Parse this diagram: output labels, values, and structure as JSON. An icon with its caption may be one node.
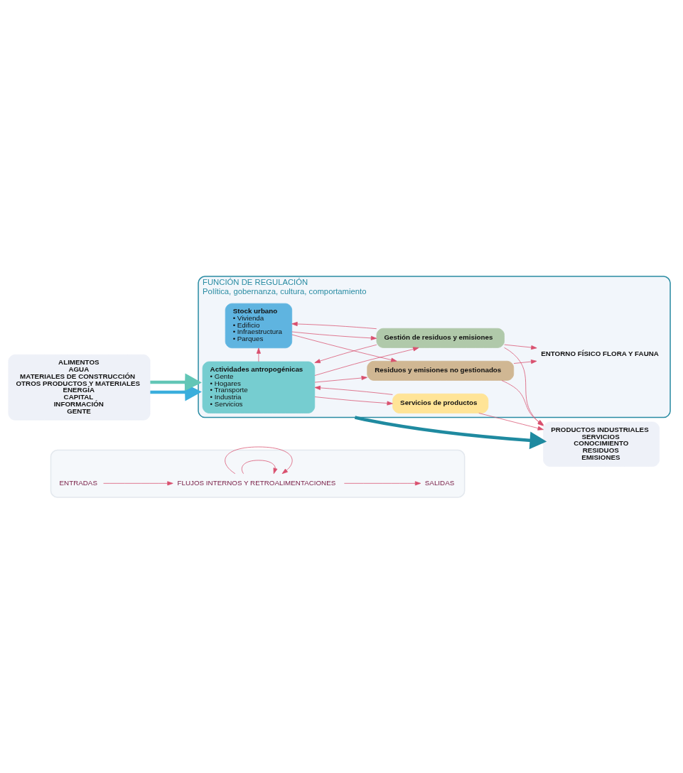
{
  "diagram": {
    "nodes": [
      {
        "text": [],
        "shape": "box"
      },
      {
        "text": [
          "ENTRADAS"
        ],
        "in": 0
      },
      {
        "text": [
          "FLUJOS INTERNOS Y RETROALIMENTACIONES"
        ],
        "in": 0
      },
      {
        "text": [
          "SALIDAS"
        ],
        "in": 0
      },
      {
        "text": [
          "FUNCIÓN DE REGULACIÓN",
          "Política, gobernanza, cultura, comportamiento"
        ]
      },
      {
        "text": [
          "ALIMENTOS",
          "AGUA",
          "MATERIALES DE CONSTRUCCIÓN",
          "OTROS PRODUCTOS Y MATERIALES",
          "ENERGÍA",
          "CAPITAL",
          "INFORMACIÓN",
          "GENTE"
        ]
      },
      {
        "text": [
          "Actividades antropogénicas",
          "• Gente",
          "• Hogares",
          "• Transporte",
          "• Industria",
          "• Servicios"
        ],
        "in": 4
      },
      {
        "text": [
          "Servicios de productos"
        ],
        "in": 4
      },
      {
        "text": [
          "Gestión de residuos y emisiones"
        ],
        "in": 4
      },
      {
        "text": [
          "Stock urbano",
          "• Vivienda",
          "• Edificio",
          "• Infraestructura",
          "• Parques"
        ],
        "in": 4
      },
      {
        "text": [
          "Residuos y emisiones no gestionados"
        ],
        "in": 4
      },
      {
        "text": [
          "ENTORNO FÍSICO FLORA Y FAUNA"
        ],
        "in": 4
      },
      {
        "text": [
          "PRODUCTOS INDUSTRIALES",
          "SERVICIOS",
          "CONOCIMIENTO",
          "RESIDUOS",
          "EMISIONES"
        ]
      }
    ],
    "edges": [
      {
        "from": 1,
        "to": 2,
        "arrow": "to"
      },
      {
        "from": 2,
        "to": 3,
        "arrow": "to"
      },
      {
        "from": 2,
        "to": 2,
        "arrow": "to"
      },
      {
        "from": 2,
        "to": 2,
        "arrow": "to"
      },
      {
        "from": 5,
        "to": 4,
        "arrow": "to",
        "style": "thick",
        "color": "#3aaedc"
      },
      {
        "from": 5,
        "to": 4,
        "arrow": "to",
        "style": "thick",
        "color": "#62c6b6"
      },
      {
        "from": 6,
        "to": 7,
        "arrow": "to"
      },
      {
        "from": 7,
        "to": 6,
        "arrow": "to"
      },
      {
        "from": 6,
        "to": 8,
        "arrow": "to"
      },
      {
        "from": 8,
        "to": 6,
        "arrow": "to"
      },
      {
        "from": 9,
        "to": 8,
        "arrow": "to"
      },
      {
        "from": 8,
        "to": 9,
        "arrow": "to"
      },
      {
        "from": 6,
        "to": 9,
        "arrow": "to"
      },
      {
        "from": 6,
        "to": 10,
        "arrow": "to"
      },
      {
        "from": 9,
        "to": 10,
        "arrow": "to"
      },
      {
        "from": 7,
        "to": 12,
        "arrow": "to"
      },
      {
        "from": 8,
        "to": 12,
        "arrow": "to"
      },
      {
        "from": 8,
        "to": 11,
        "arrow": "to"
      },
      {
        "from": 10,
        "to": 11,
        "arrow": "to"
      },
      {
        "from": 10,
        "to": 12,
        "arrow": "to"
      },
      {
        "from": 4,
        "to": 12,
        "arrow": "to",
        "style": "thick",
        "color": "#1f8aa0"
      }
    ]
  }
}
